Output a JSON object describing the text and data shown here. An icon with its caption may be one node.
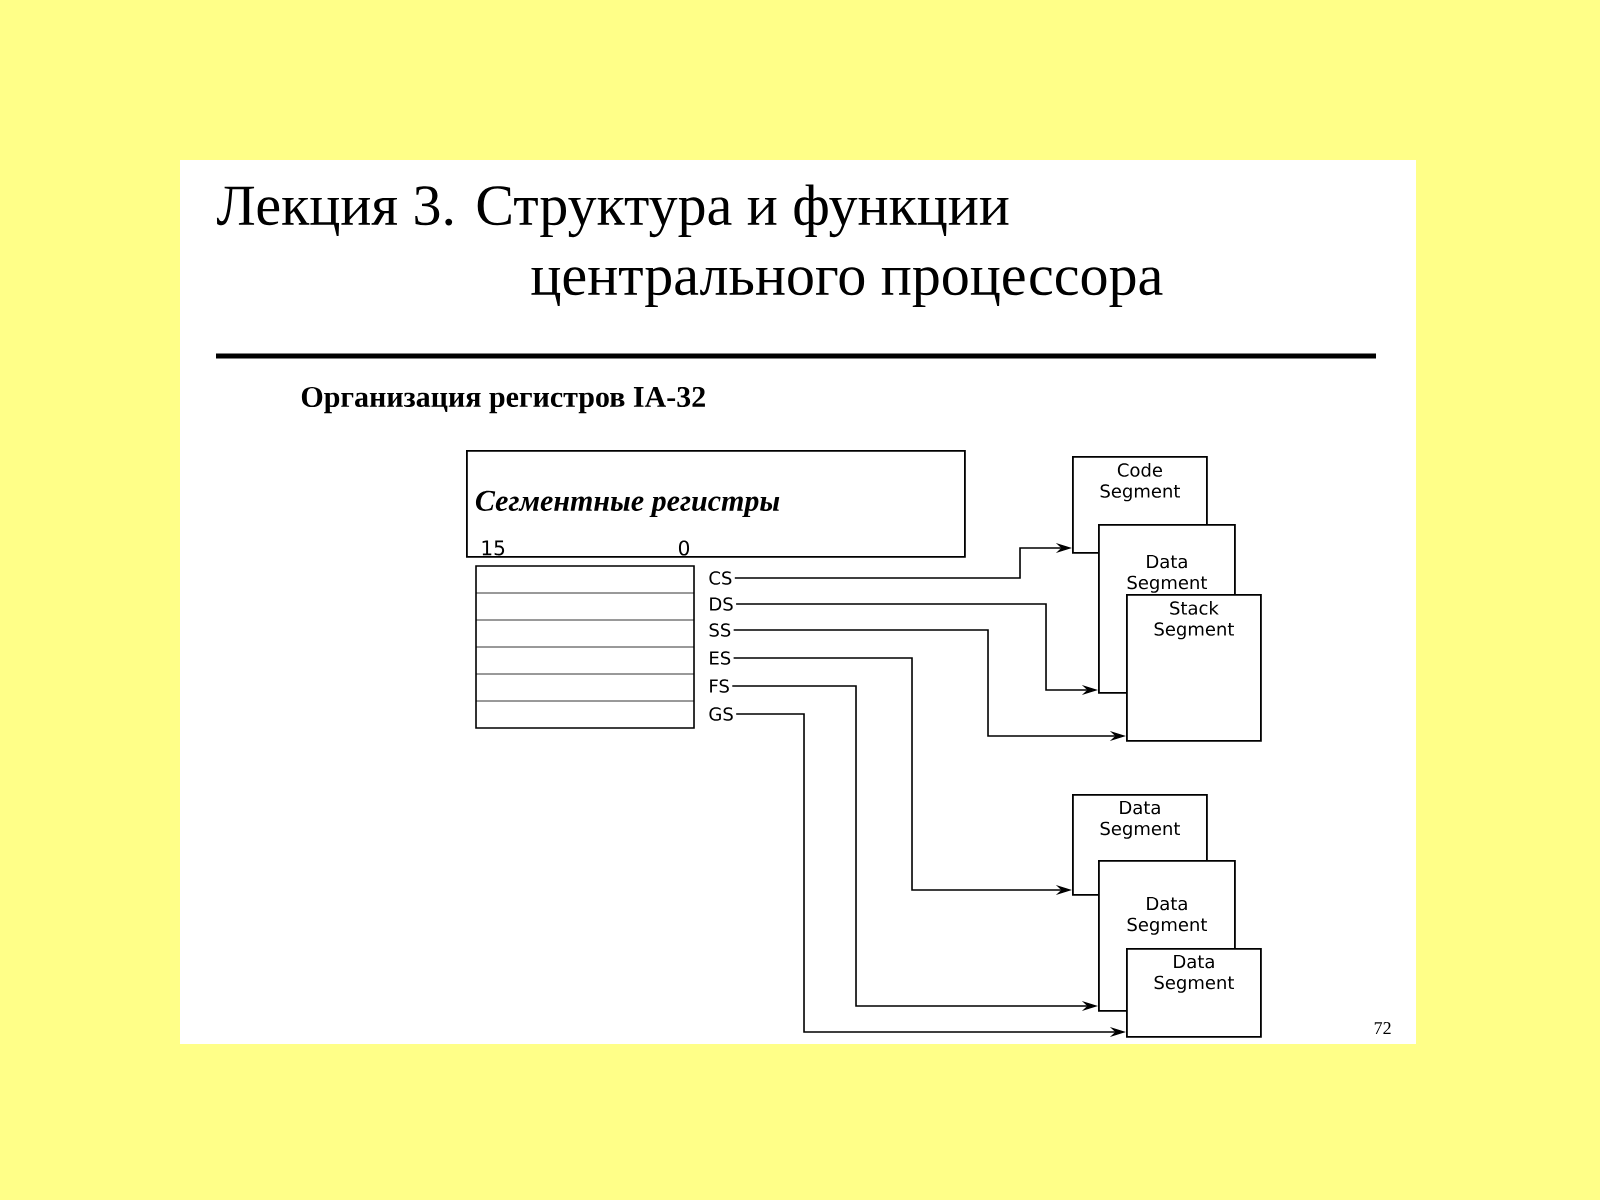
{
  "diagram": {
    "title": "Лекция 3. Структура и функции центрального процессора",
    "nodes": [
      {
        "text": [
          "Сегментные регистры"
        ]
      },
      {
        "text": [
          "CS"
        ]
      },
      {
        "text": [
          "DS"
        ]
      },
      {
        "text": [
          "SS"
        ]
      },
      {
        "text": [
          "ES"
        ]
      },
      {
        "text": [
          "FS"
        ]
      },
      {
        "text": [
          "GS"
        ]
      },
      {
        "text": [
          "Code Segment"
        ]
      },
      {
        "text": [
          "Data Segment"
        ]
      },
      {
        "text": [
          "Stack Segment"
        ]
      },
      {
        "text": [
          "Data Segment"
        ]
      },
      {
        "text": [
          "Data Segment"
        ]
      },
      {
        "text": [
          "Data Segment"
        ]
      }
    ],
    "edges": [
      {
        "from": 1,
        "to": 7,
        "arrow": "to"
      },
      {
        "from": 2,
        "to": 8,
        "arrow": "to"
      },
      {
        "from": 3,
        "to": 9,
        "arrow": "to"
      },
      {
        "from": 4,
        "to": 10,
        "arrow": "to"
      },
      {
        "from": 5,
        "to": 11,
        "arrow": "to"
      },
      {
        "from": 6,
        "to": 12,
        "arrow": "to"
      }
    ],
    "labels": [
      "Организация регистров IA-32",
      "15",
      "0",
      "72"
    ]
  }
}
